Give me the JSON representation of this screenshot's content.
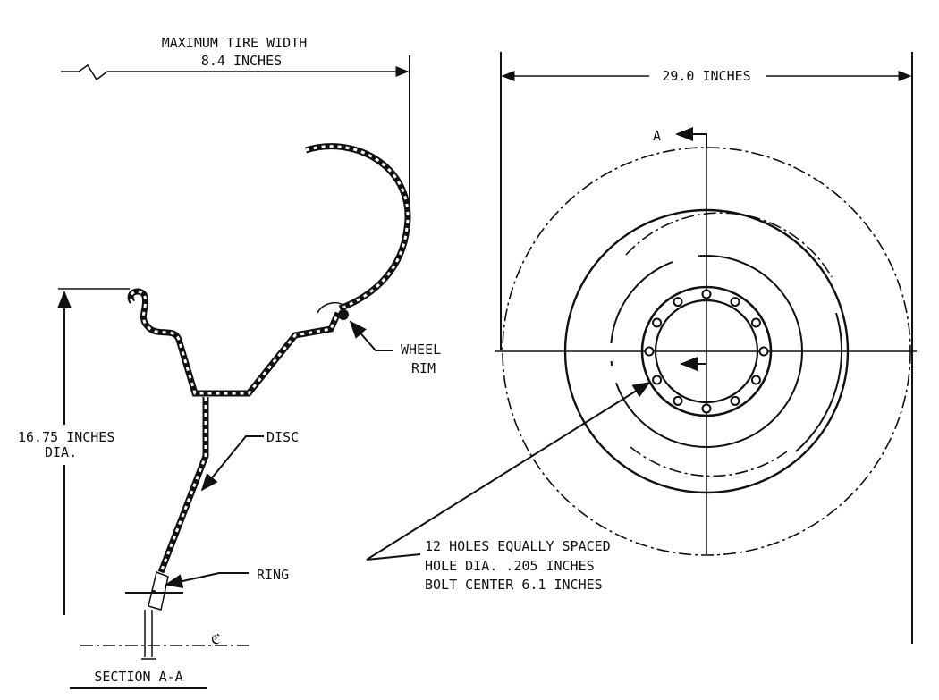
{
  "section_view": {
    "width_label_line1": "MAXIMUM TIRE WIDTH",
    "width_label_line2": "8.4 INCHES",
    "diameter_label_line1": "16.75 INCHES",
    "diameter_label_line2": "DIA.",
    "wheel_rim_line1": "WHEEL",
    "wheel_rim_line2": "RIM",
    "disc_label": "DISC",
    "ring_label": "RING",
    "centerline_symbol": "ℭ",
    "title": "SECTION A-A"
  },
  "front_view": {
    "overall_width_label": "29.0 INCHES",
    "section_marker": "A",
    "hole_count": 12,
    "note_line1": "12 HOLES EQUALLY SPACED",
    "note_line2": "HOLE DIA. .205 INCHES",
    "note_line3": "BOLT CENTER 6.1 INCHES"
  }
}
